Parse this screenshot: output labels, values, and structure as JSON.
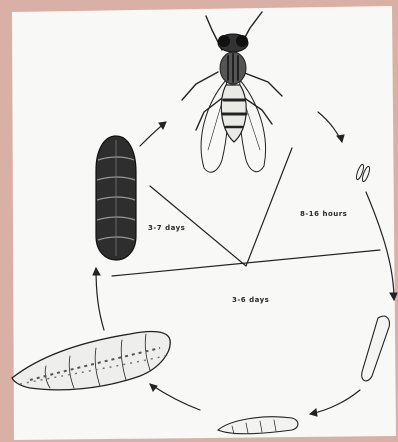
{
  "diagram": {
    "stage_labels": {
      "pupa_duration": "3-7 days",
      "egg_duration": "8-16 hours",
      "larva_duration": "3-6 days"
    },
    "stages": [
      "adult fly",
      "eggs",
      "young larva",
      "larva",
      "mature larva",
      "pupa"
    ],
    "colors": {
      "background_border": "#d9b0a6",
      "paper": "#f8f8f6",
      "ink": "#222222"
    }
  }
}
